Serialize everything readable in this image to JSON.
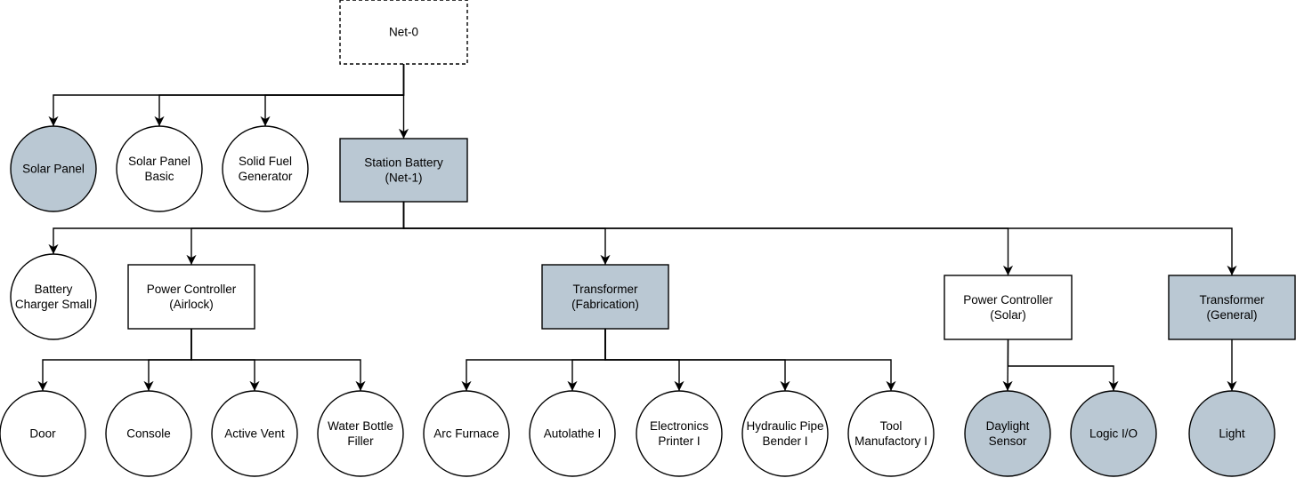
{
  "colors": {
    "filled": "#bac8d3",
    "plain": "#ffffff",
    "stroke": "#000000",
    "filled_stroke": "#23445d"
  },
  "nodes": {
    "net0": {
      "lines": [
        "Net-0"
      ],
      "shape": "dashed-rect"
    },
    "solar_panel": {
      "lines": [
        "Solar Panel"
      ],
      "shape": "circle",
      "filled": true
    },
    "solar_panel_basic": {
      "lines": [
        "Solar Panel",
        "Basic"
      ],
      "shape": "circle"
    },
    "solid_fuel_generator": {
      "lines": [
        "Solid Fuel",
        "Generator"
      ],
      "shape": "circle"
    },
    "station_battery": {
      "lines": [
        "Station Battery",
        "(Net-1)"
      ],
      "shape": "rect",
      "filled": true
    },
    "battery_charger_small": {
      "lines": [
        "Battery",
        "Charger Small"
      ],
      "shape": "circle"
    },
    "power_controller_airlock": {
      "lines": [
        "Power Controller",
        "(Airlock)"
      ],
      "shape": "rect"
    },
    "transformer_fabrication": {
      "lines": [
        "Transformer",
        "(Fabrication)"
      ],
      "shape": "rect",
      "filled": true
    },
    "power_controller_solar": {
      "lines": [
        "Power Controller",
        "(Solar)"
      ],
      "shape": "rect"
    },
    "transformer_general": {
      "lines": [
        "Transformer",
        "(General)"
      ],
      "shape": "rect",
      "filled": true
    },
    "door": {
      "lines": [
        "Door"
      ],
      "shape": "circle"
    },
    "console": {
      "lines": [
        "Console"
      ],
      "shape": "circle"
    },
    "active_vent": {
      "lines": [
        "Active Vent"
      ],
      "shape": "circle"
    },
    "water_bottle_filler": {
      "lines": [
        "Water Bottle",
        "Filler"
      ],
      "shape": "circle"
    },
    "arc_furnace": {
      "lines": [
        "Arc Furnace"
      ],
      "shape": "circle"
    },
    "autolathe": {
      "lines": [
        "Autolathe I"
      ],
      "shape": "circle"
    },
    "electronics_printer": {
      "lines": [
        "Electronics",
        "Printer I"
      ],
      "shape": "circle"
    },
    "hydraulic_pipe_bender": {
      "lines": [
        "Hydraulic Pipe",
        "Bender I"
      ],
      "shape": "circle"
    },
    "tool_manufactory": {
      "lines": [
        "Tool",
        "Manufactory I"
      ],
      "shape": "circle"
    },
    "daylight_sensor": {
      "lines": [
        "Daylight",
        "Sensor"
      ],
      "shape": "circle",
      "filled": true
    },
    "logic_io": {
      "lines": [
        "Logic I/O"
      ],
      "shape": "circle",
      "filled": true
    },
    "light": {
      "lines": [
        "Light"
      ],
      "shape": "circle",
      "filled": true
    }
  },
  "edges": [
    [
      "net0",
      "solar_panel"
    ],
    [
      "net0",
      "solar_panel_basic"
    ],
    [
      "net0",
      "solid_fuel_generator"
    ],
    [
      "net0",
      "station_battery"
    ],
    [
      "station_battery",
      "battery_charger_small"
    ],
    [
      "station_battery",
      "power_controller_airlock"
    ],
    [
      "station_battery",
      "transformer_fabrication"
    ],
    [
      "station_battery",
      "power_controller_solar"
    ],
    [
      "station_battery",
      "transformer_general"
    ],
    [
      "power_controller_airlock",
      "door"
    ],
    [
      "power_controller_airlock",
      "console"
    ],
    [
      "power_controller_airlock",
      "active_vent"
    ],
    [
      "power_controller_airlock",
      "water_bottle_filler"
    ],
    [
      "transformer_fabrication",
      "arc_furnace"
    ],
    [
      "transformer_fabrication",
      "autolathe"
    ],
    [
      "transformer_fabrication",
      "electronics_printer"
    ],
    [
      "transformer_fabrication",
      "hydraulic_pipe_bender"
    ],
    [
      "transformer_fabrication",
      "tool_manufactory"
    ],
    [
      "power_controller_solar",
      "daylight_sensor"
    ],
    [
      "power_controller_solar",
      "logic_io"
    ],
    [
      "transformer_general",
      "light"
    ]
  ]
}
